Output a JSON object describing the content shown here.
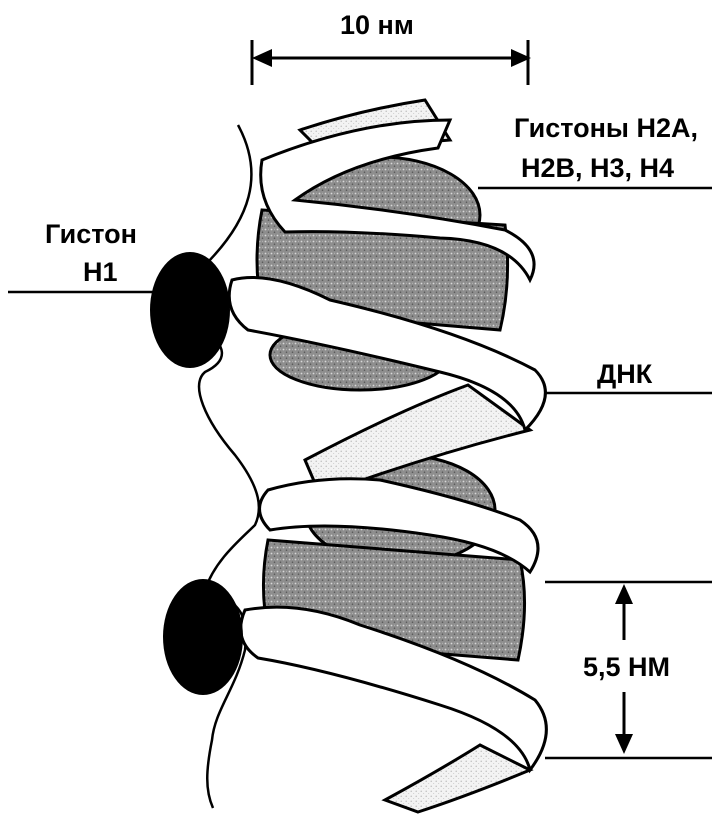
{
  "labels": {
    "width_dim": "10 нм",
    "core_histones_line1": "Гистоны Н2А,",
    "core_histones_line2": "Н2В, Н3, Н4",
    "histone_h1_line1": "Гистон",
    "histone_h1_line2": "Н1",
    "dna": "ДНК",
    "pitch_dim": "5,5 НМ"
  },
  "colors": {
    "ink": "#000000",
    "paper": "#ffffff",
    "core_fill": "#8c8c8c",
    "core_top_fill": "#b4b4b4",
    "ribbon_back_fill": "#e8e8e8"
  }
}
